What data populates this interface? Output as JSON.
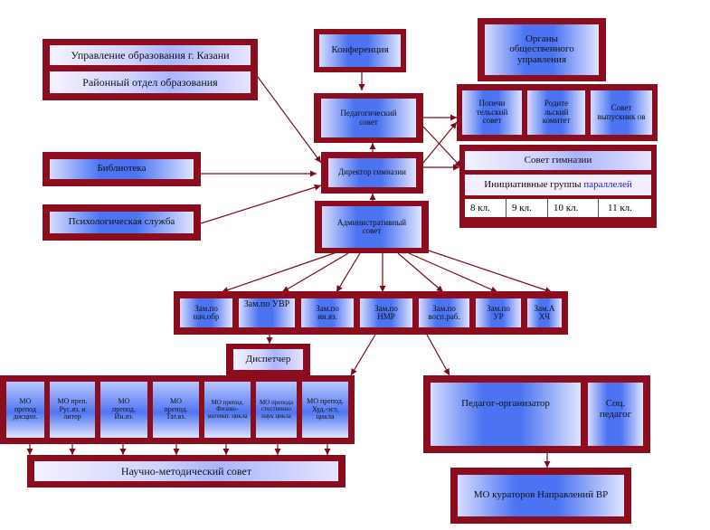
{
  "nodes": {
    "upravlenie": "Управление образования г. Казани",
    "raion": "Районный отдел образования",
    "konferencia": "Конференция",
    "organy": "Органы общественного управления",
    "ped_sovet": "Педагогический совет",
    "popechitelsky": "Попечи тельский совет",
    "roditelsky": "Родите льский комитет",
    "vypusknikov": "Совет выпускник ов",
    "biblioteka": "Библиотека",
    "direktor": "Директор гимназии",
    "sovet_gimnazii": "Совет гимназии",
    "iniciativnye": "Инициативные группы",
    "paralleley": "параллелей",
    "psiholog": "Психологическая служба",
    "admin_sovet": "Административный совет",
    "dispetcher": "Диспетчер",
    "ped_org": "Педагог-организатор",
    "soc_ped": "Соц. педагог",
    "nauchno": "Научно-методический совет",
    "mo_kuratorov": "МО кураторов Направлений ВР"
  },
  "classes": [
    "8 кл.",
    "9 кл.",
    "10 кл.",
    "11 кл."
  ],
  "zam": [
    "Зам.по нач.обр",
    "Зам.по УВР",
    "Зам.по ин.яз.",
    "Зам.по НМР",
    "Зам.по восп.раб.",
    "Зам.по УР",
    "Зам.А ХЧ"
  ],
  "mo": [
    "МО препод дисцип.",
    "МО преп. Рус.яз. и литер",
    "МО препод. Ин.яз.",
    "МО препод. Тат.яз.",
    "МО препод. Физико-математ. цикла",
    "МО препода стественно наук цикла",
    "МО препод. Худ.-эст. цикла"
  ],
  "colors": {
    "frame": "#8b0d1e",
    "line": "#7a0a1c",
    "accent_text": "#1a1acc"
  }
}
